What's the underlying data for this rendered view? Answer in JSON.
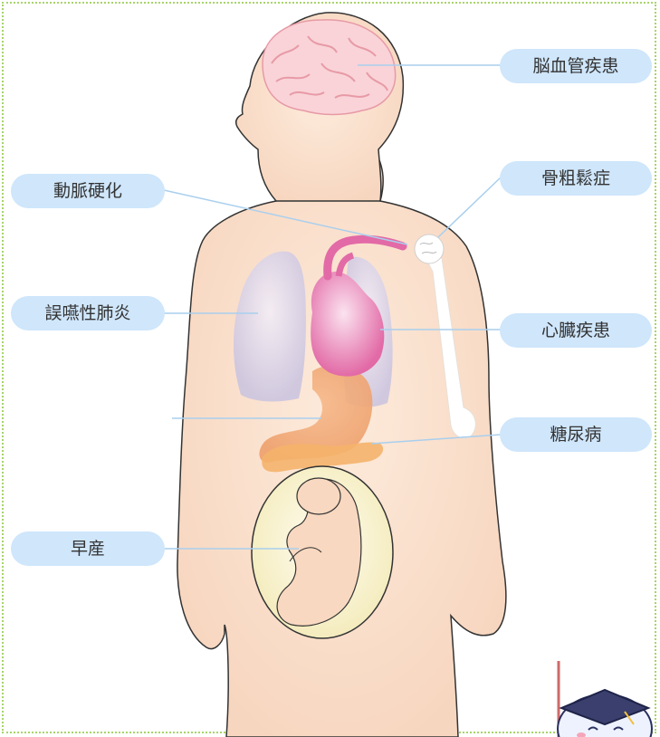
{
  "diagram": {
    "labels": {
      "cerebrovascular": "脳血管疾患",
      "osteoporosis": "骨粗鬆症",
      "atherosclerosis": "動脈硬化",
      "aspiration_pneumonia": "誤嚥性肺炎",
      "heart_disease": "心臓疾患",
      "diabetes": "糖尿病",
      "preterm_birth": "早産"
    },
    "colors": {
      "label_bg": "#cfe6fb",
      "leader_line": "#a9cfee",
      "body": "#fadfcb",
      "border": "#a8d46a"
    }
  }
}
